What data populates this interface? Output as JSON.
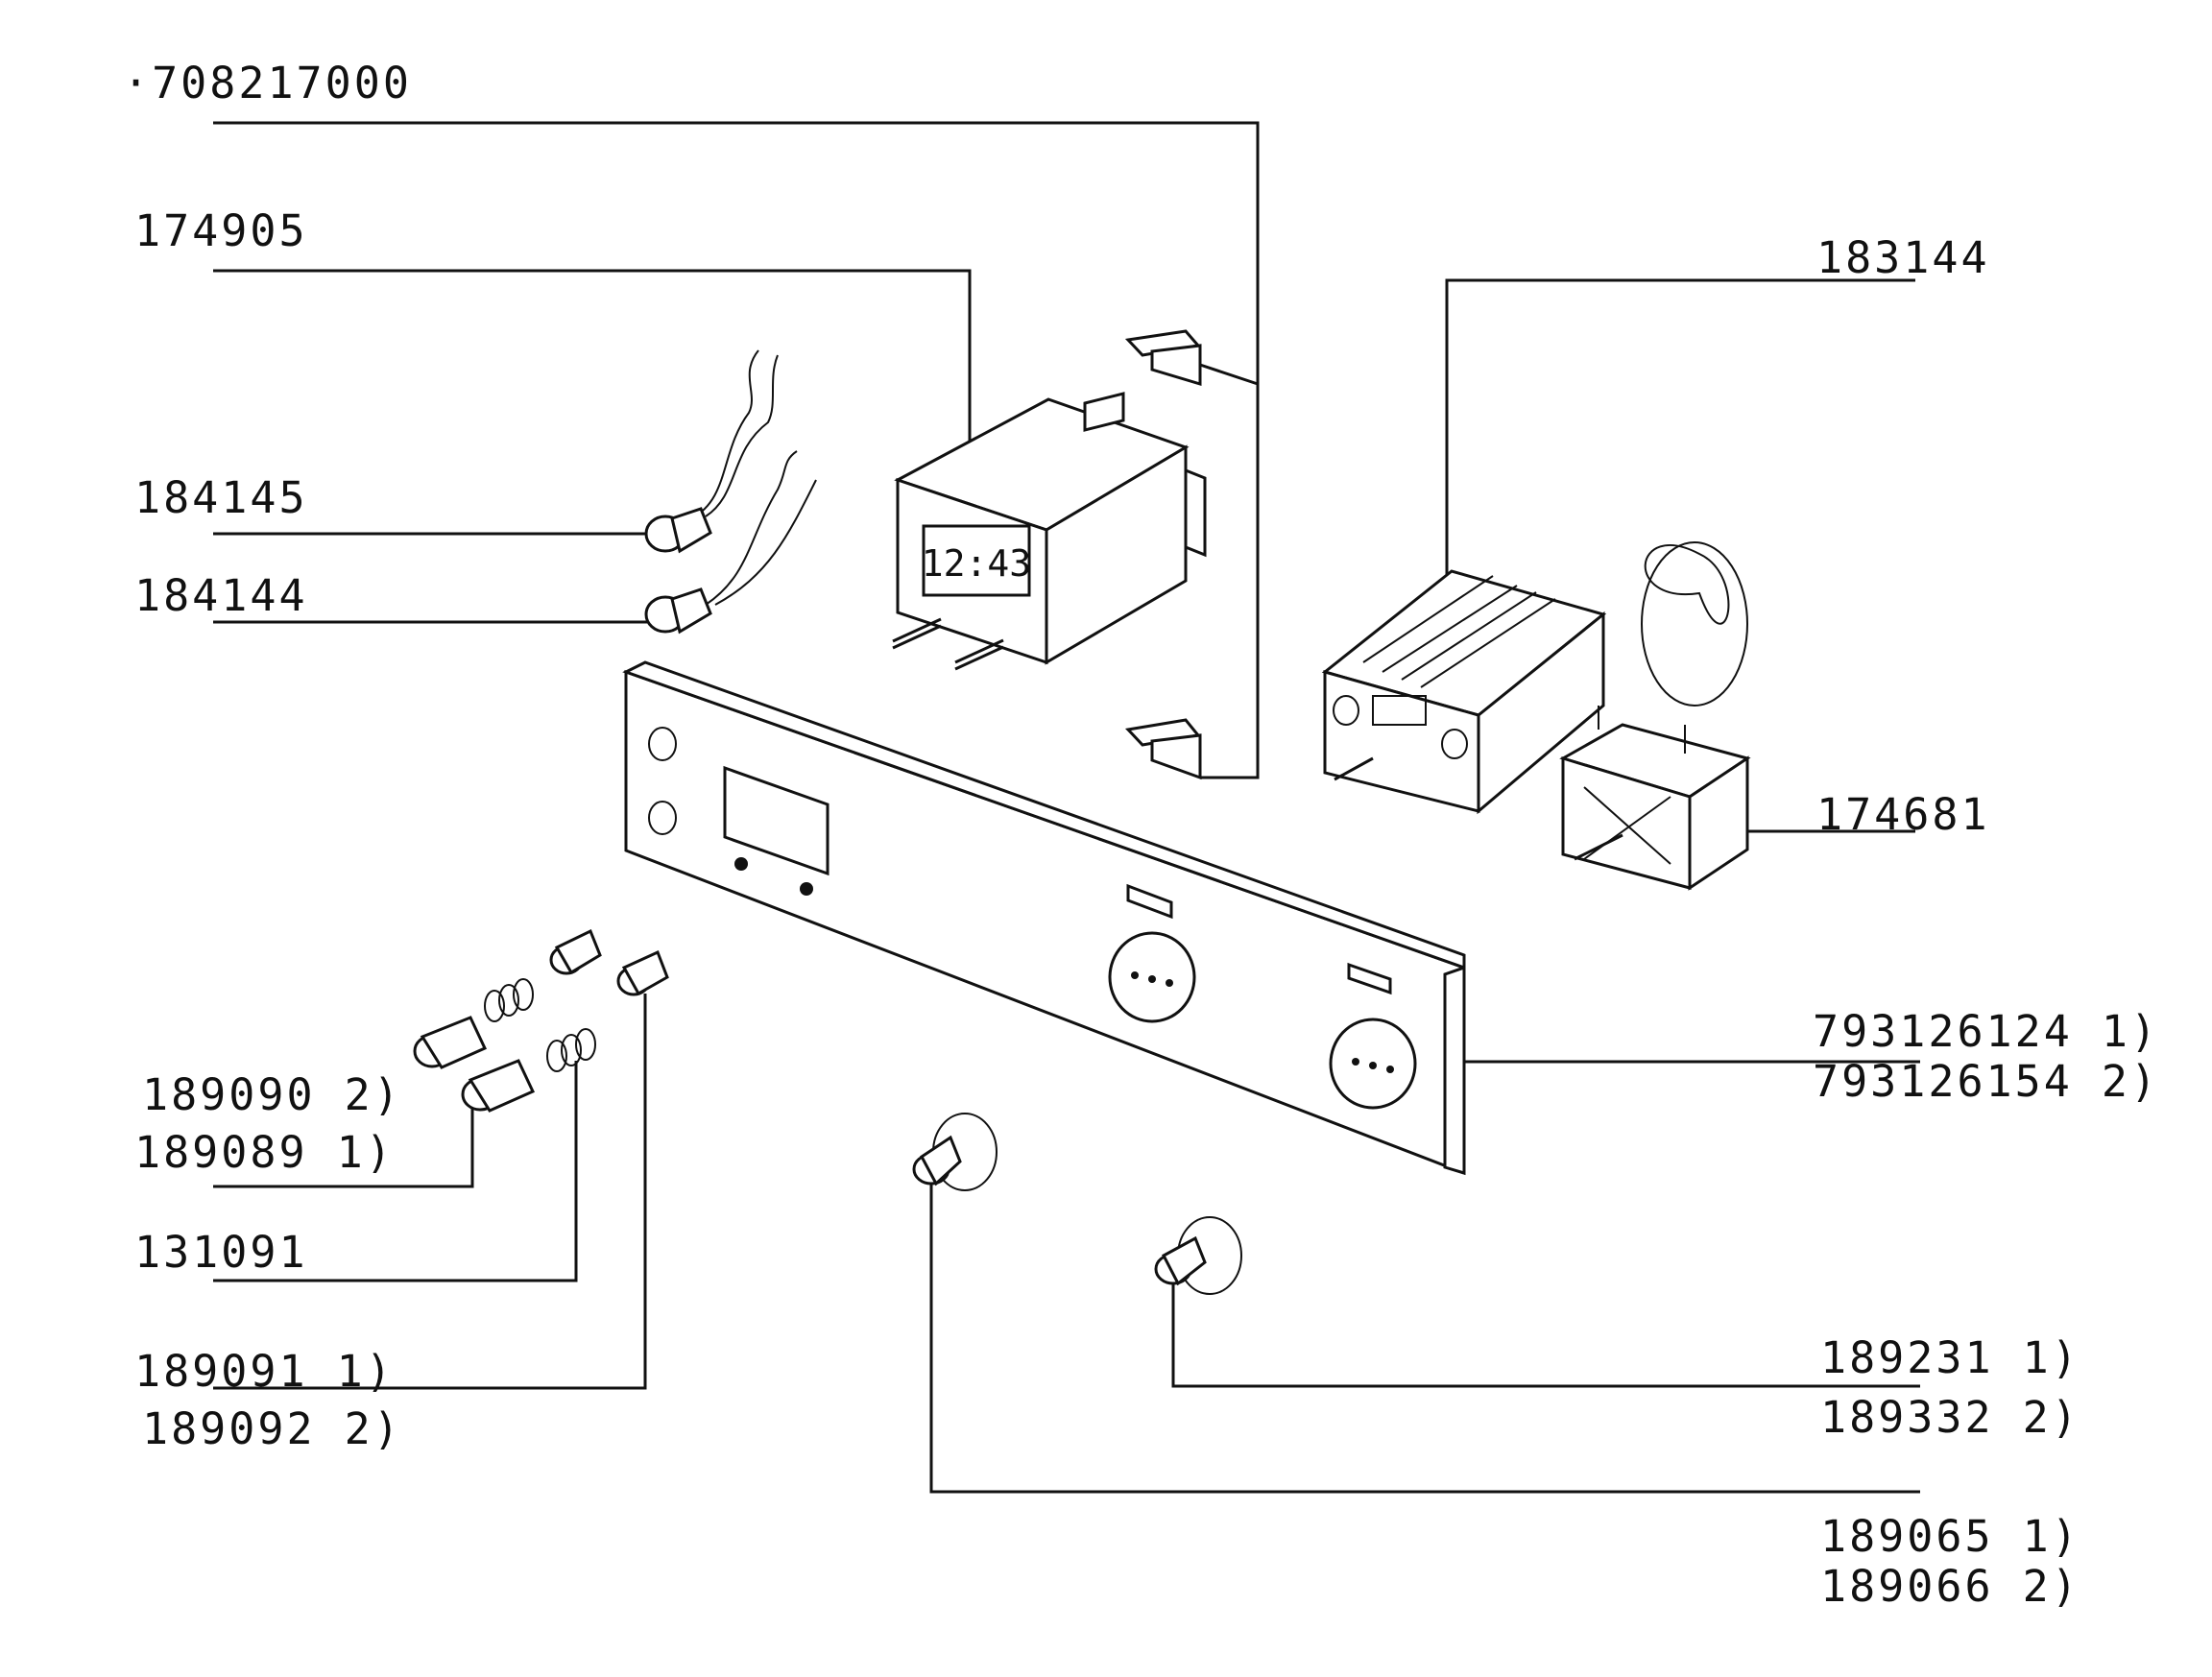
{
  "labels": {
    "p708217000": "·708217000",
    "p174905": "174905",
    "p183144": "183144",
    "p184145": "184145",
    "p184144": "184144",
    "p174681": "174681",
    "p793126124": "793126124 1)",
    "p793126154": "793126154 2)",
    "p189090": "189090 2)",
    "p189089": "189089 1)",
    "p131091": "131091",
    "p189091": "189091 1)",
    "p189092": "189092 2)",
    "p189231": "189231 1)",
    "p189332": "189332 2)",
    "p189065": "189065 1)",
    "p189066": "189066 2)"
  },
  "clock_display": "12:43"
}
